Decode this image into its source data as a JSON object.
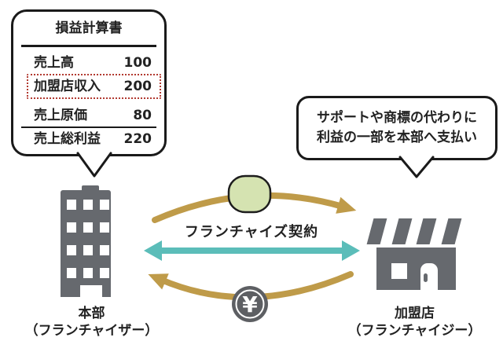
{
  "diagram": {
    "pl_statement": {
      "title": "損益計算書",
      "rows": [
        {
          "label": "売上高",
          "value": "100"
        },
        {
          "label": "加盟店収入",
          "value": "200"
        },
        {
          "label": "売上原価",
          "value": "80"
        },
        {
          "label": "売上総利益",
          "value": "220"
        }
      ]
    },
    "payment_callout": {
      "line1": "サポートや商標の代わりに",
      "line2": "利益の一部を本部へ支払い"
    },
    "contract_label": "フランチャイズ契約",
    "yen_symbol": "¥",
    "left_entity": {
      "name": "本部",
      "subtitle": "（フランチャイザー）"
    },
    "right_entity": {
      "name": "加盟店",
      "subtitle": "（フランチャイジー）"
    },
    "colors": {
      "arrow_gold": "#bf9b49",
      "arrow_teal": "#5bbdb9",
      "token_green": "#d5e3b1",
      "icon_gray": "#66696e",
      "coin_gray": "#5d5f63",
      "highlight_red": "#b23a31"
    }
  }
}
